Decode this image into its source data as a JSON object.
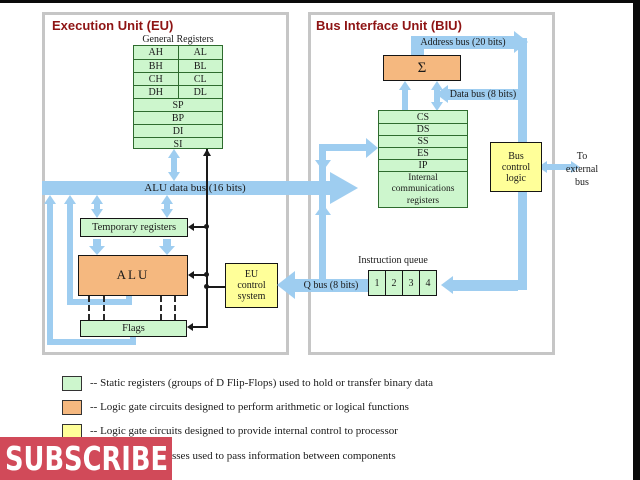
{
  "eu": {
    "title": "Execution Unit (EU)",
    "general_registers": {
      "label": "General Registers",
      "split_rows": [
        [
          "AH",
          "AL"
        ],
        [
          "BH",
          "BL"
        ],
        [
          "CH",
          "CL"
        ],
        [
          "DH",
          "DL"
        ]
      ],
      "full_rows": [
        "SP",
        "BP",
        "DI",
        "SI"
      ]
    },
    "alu_bus_label": "ALU data bus (16 bits)",
    "temp_registers_label": "Temporary registers",
    "alu_label": "ALU",
    "flags_label": "Flags",
    "control_lines": [
      "EU",
      "control",
      "system"
    ]
  },
  "biu": {
    "title": "Bus Interface Unit (BIU)",
    "address_bus_label": "Address bus (20 bits)",
    "sigma_label": "Σ",
    "data_bus_label": "Data bus (8 bits)",
    "segment_registers": [
      "CS",
      "DS",
      "SS",
      "ES",
      "IP"
    ],
    "internal_comm_lines": [
      "Internal",
      "communications",
      "registers"
    ],
    "bus_control_lines": [
      "Bus",
      "control",
      "logic"
    ],
    "external_lines": [
      "To",
      "external",
      "bus"
    ],
    "queue_label": "Instruction queue",
    "queue_cells": [
      "1",
      "2",
      "3",
      "4"
    ],
    "q_bus_label": "Q bus (8 bits)"
  },
  "legend": {
    "items": [
      {
        "text": "-- Static registers (groups of D Flip-Flops) used to hold or transfer binary data"
      },
      {
        "text": "-- Logic gate circuits designed to perform arithmetic or logical functions"
      },
      {
        "text": "-- Logic gate circuits designed to provide internal control to processor"
      },
      {
        "text": "sses used to pass information between components"
      }
    ]
  },
  "overlay": {
    "subscribe_label": "SUBSCRIBE"
  },
  "colors": {
    "register_green": "#cdf6cd",
    "logic_orange": "#f5b87f",
    "control_yellow": "#ffff99",
    "bus_blue": "#9ecdf0",
    "title_red": "#8e1414",
    "subscribe_red": "#d14a59"
  }
}
